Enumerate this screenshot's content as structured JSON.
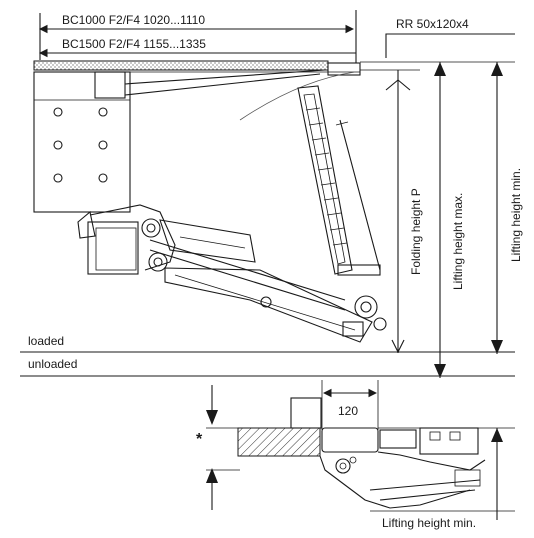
{
  "labels": {
    "bc1000": "BC1000 F2/F4 1020...1110",
    "bc1500": "BC1500 F2/F4 1155...1335",
    "rr": "RR 50x120x4",
    "folding_height": "Folding height  P",
    "lifting_max": "Lifting height max.",
    "lifting_min": "Lifting height min.",
    "loaded": "loaded",
    "unloaded": "unloaded",
    "dim_120": "120",
    "asterisk": "*",
    "lifting_min_detail": "Lifting height min."
  }
}
